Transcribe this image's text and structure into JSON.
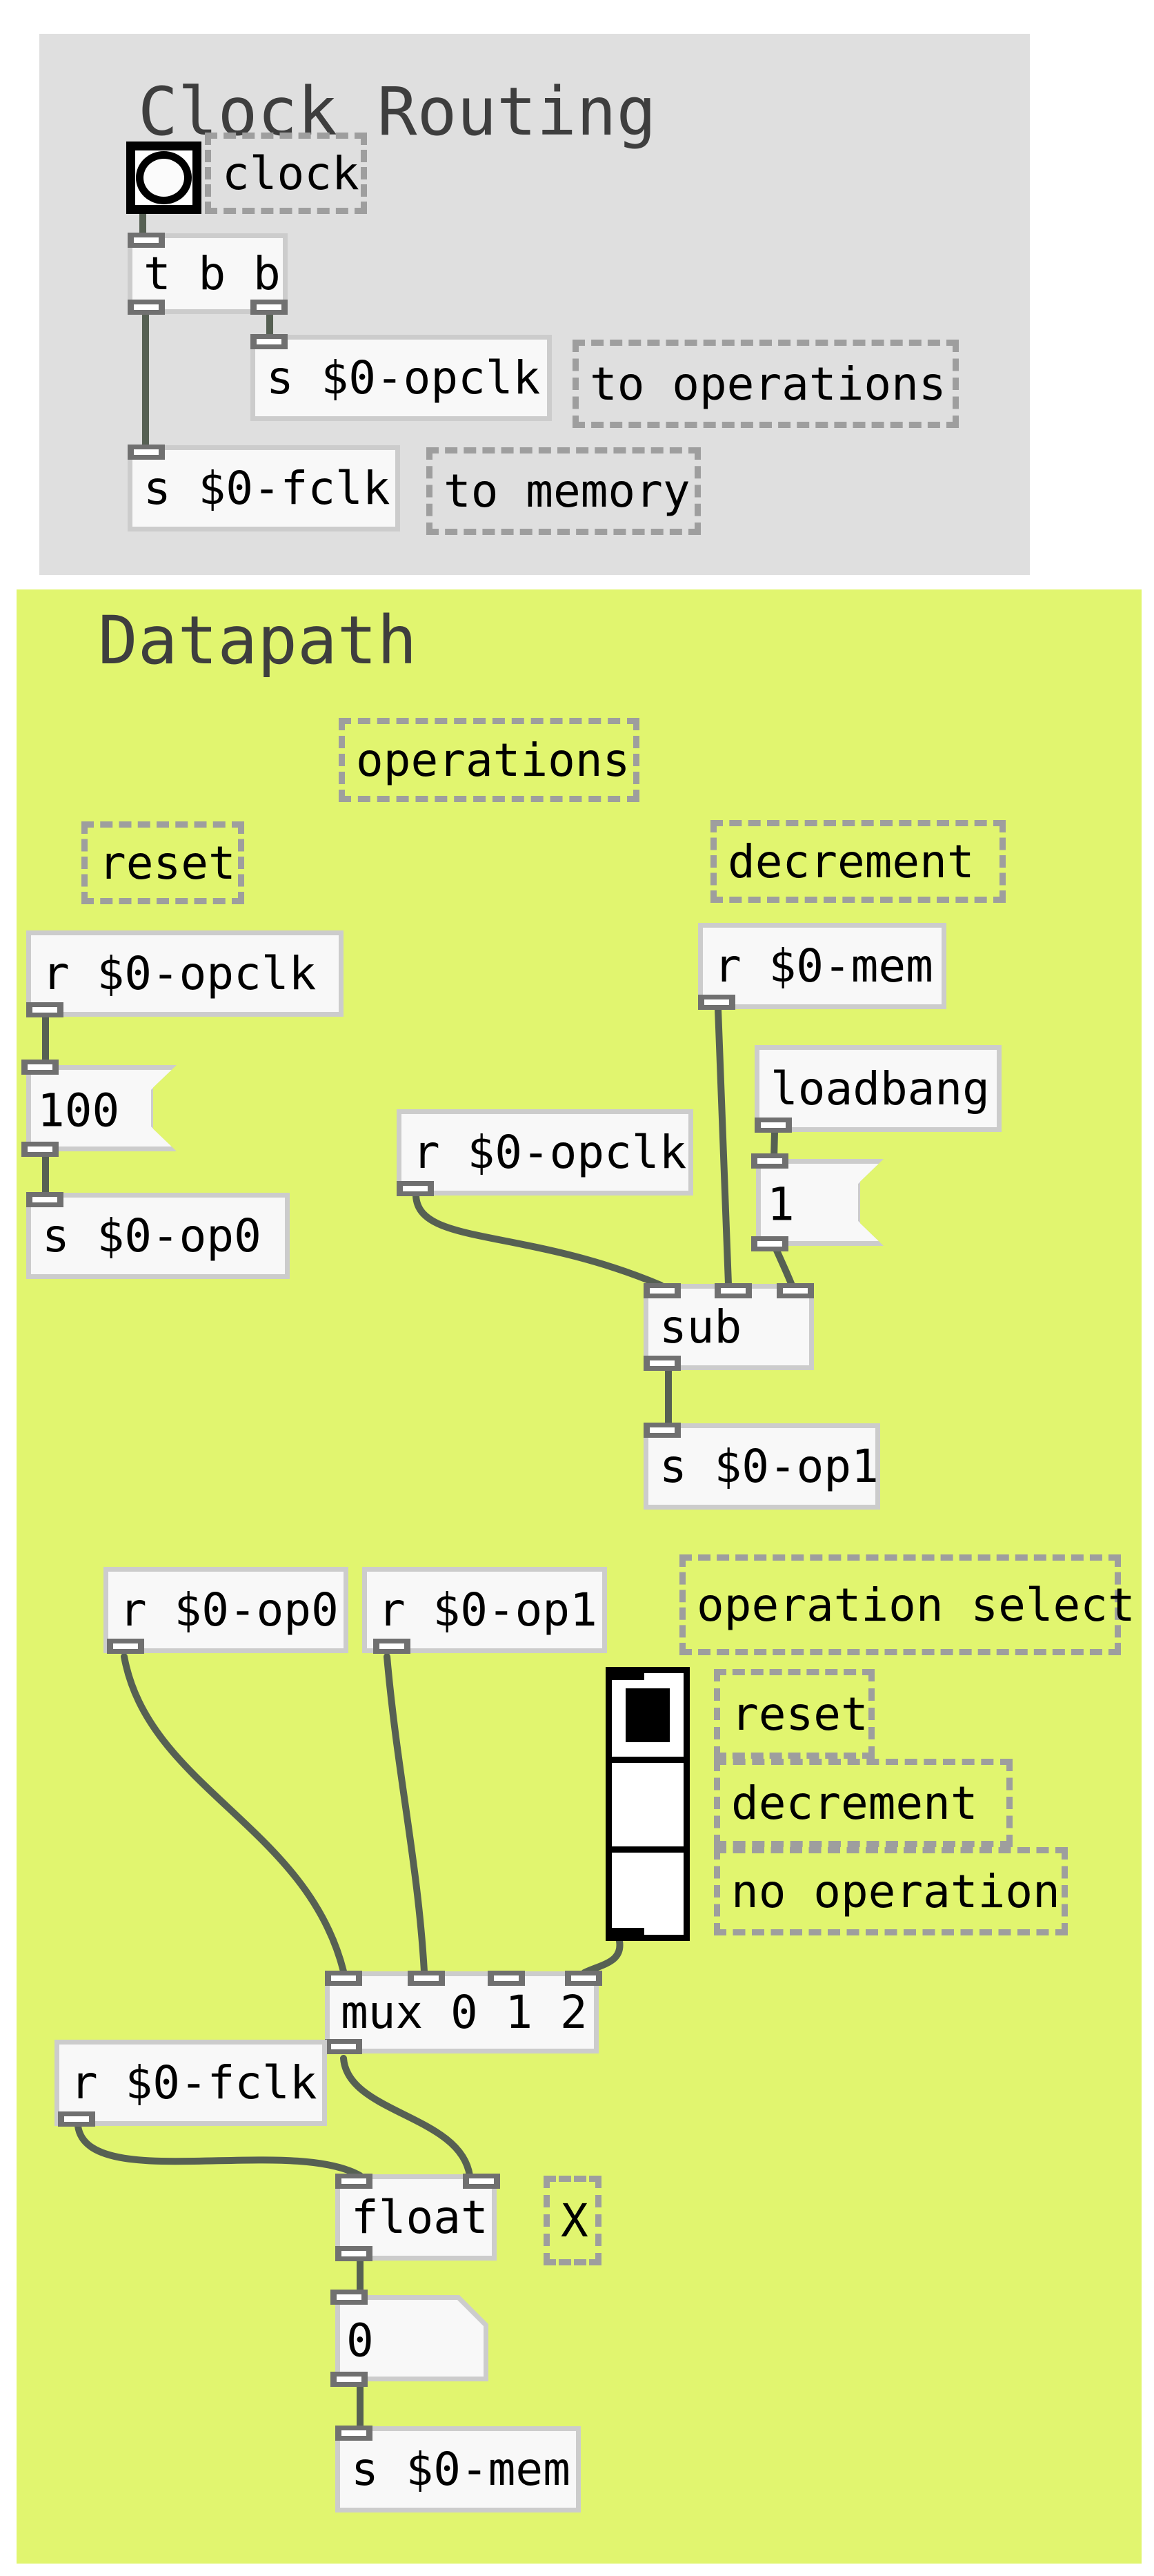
{
  "clock": {
    "title": "Clock Routing",
    "comment_clock": "clock",
    "trigger": "t b b",
    "send_opclk": "s $0-opclk",
    "comment_to_operations": "to operations",
    "send_fclk": "s $0-fclk",
    "comment_to_memory": "to memory"
  },
  "datapath": {
    "title": "Datapath",
    "comment_operations": "operations",
    "comment_reset": "reset",
    "comment_decrement": "decrement",
    "receive_opclk_a": "r $0-opclk",
    "receive_mem": "r $0-mem",
    "message_100": "100",
    "loadbang": "loadbang",
    "message_1": "1",
    "send_op0": "s $0-op0",
    "receive_opclk_b": "r $0-opclk",
    "subtract": "sub",
    "send_op1": "s $0-op1",
    "receive_op0": "r $0-op0",
    "receive_op1": "r $0-op1",
    "comment_operation_select": "operation select",
    "radio_options": [
      "reset",
      "decrement",
      "no operation"
    ],
    "radio_selected_index": 0,
    "mux": "mux 0 1 2",
    "receive_fclk": "r $0-fclk",
    "float_obj": "float",
    "comment_x": "X",
    "number_value": "0",
    "send_mem": "s $0-mem"
  },
  "colors": {
    "page_bg": "#ffffff",
    "clock_region_bg": "#dfdfdf",
    "datapath_region_bg": "#e1f56f",
    "object_bg": "#f8f8f8",
    "object_border": "#cccccc",
    "patch_cord": "#566053",
    "title_text": "#3e3e3e",
    "comment_border": "#9e9e9e"
  }
}
